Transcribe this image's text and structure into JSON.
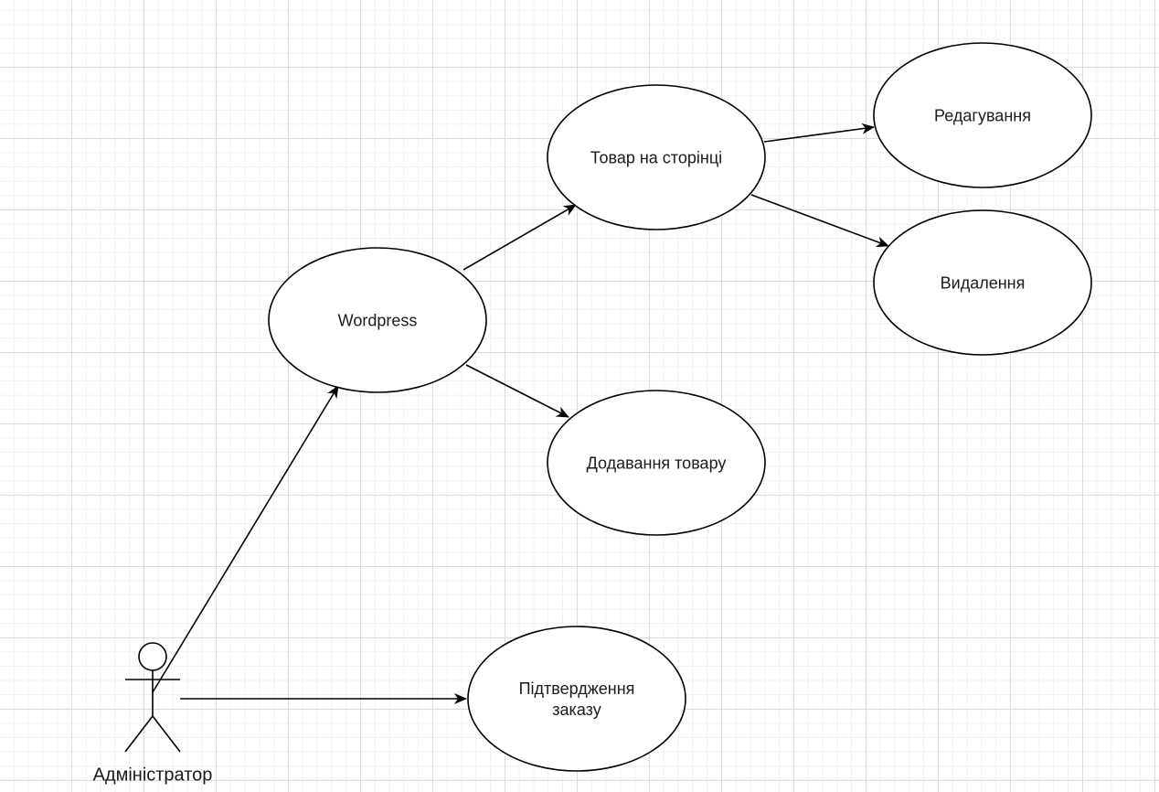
{
  "diagram": {
    "actor": {
      "id": "admin",
      "label": "Адміністратор"
    },
    "use_cases": [
      {
        "id": "wordpress",
        "label": "Wordpress"
      },
      {
        "id": "product_on_page",
        "label": "Товар на сторінці"
      },
      {
        "id": "add_product",
        "label": "Додавання товару"
      },
      {
        "id": "edit",
        "label": "Редагування"
      },
      {
        "id": "delete",
        "label": "Видалення"
      },
      {
        "id": "confirm_order",
        "label": "Підтвердження\nзаказу"
      }
    ],
    "arrows": [
      {
        "from": "admin",
        "to": "wordpress"
      },
      {
        "from": "admin",
        "to": "confirm_order"
      },
      {
        "from": "wordpress",
        "to": "product_on_page"
      },
      {
        "from": "wordpress",
        "to": "add_product"
      },
      {
        "from": "product_on_page",
        "to": "edit"
      },
      {
        "from": "product_on_page",
        "to": "delete"
      }
    ]
  }
}
